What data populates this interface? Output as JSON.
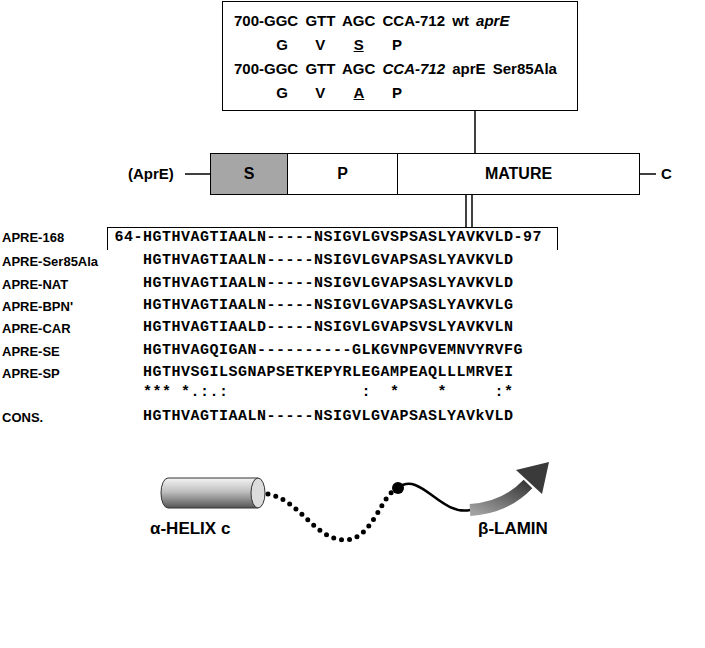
{
  "diagram": {
    "nodes": [
      {
        "text": [
          "700-GGC GTT AGC CCA-712 wt aprE",
          "G V S P",
          "700-GGC GTT AGC CCA-712 aprE Ser85Ala",
          "G V A P"
        ]
      },
      {
        "text": [
          "S"
        ]
      },
      {
        "text": [
          "P"
        ]
      },
      {
        "text": [
          "MATURE"
        ]
      },
      {
        "text": [
          "64-HGTHVAGTIAALN-----NSIGVLGVSPSASLYAVKVLD-97"
        ]
      }
    ],
    "edges": [
      {
        "from": 0,
        "to": 3,
        "arrow": "none"
      },
      {
        "from": 3,
        "to": 4,
        "arrow": "none"
      }
    ],
    "labels": [
      "(AprE)",
      "C",
      "APRE-168",
      "APRE-Ser85Ala",
      "HGTHVAGTIAALN-----NSIGVLGVAPSASLYAVKVLD",
      "APRE-NAT",
      "HGTHVAGTIAALN-----NSIGVLGVAPSASLYAVKVLD",
      "APRE-BPN'",
      "HGTHVAGTIAALN-----NSIGVLGVAPSASLYAVKVLG",
      "APRE-CAR",
      "HGTHVAGTIAALD-----NSIGVLGVAPSVSLYAVKVLN",
      "APRE-SE",
      "HGTHVAGQIGAN----------GLKGVNPGVEMNVYRVFG",
      "APRE-SP",
      "HGTHVSGILSGNAPSETKEPYRLEGAMPEAQLLLMRVEI",
      "*** *.:.:              :  *    *     :*",
      "CONS.",
      "HGTHVAGTIAALN-----NSIGVLGVAPSASLYAVkVLD",
      "α-HELIX c",
      "β-LAMIN"
    ]
  }
}
